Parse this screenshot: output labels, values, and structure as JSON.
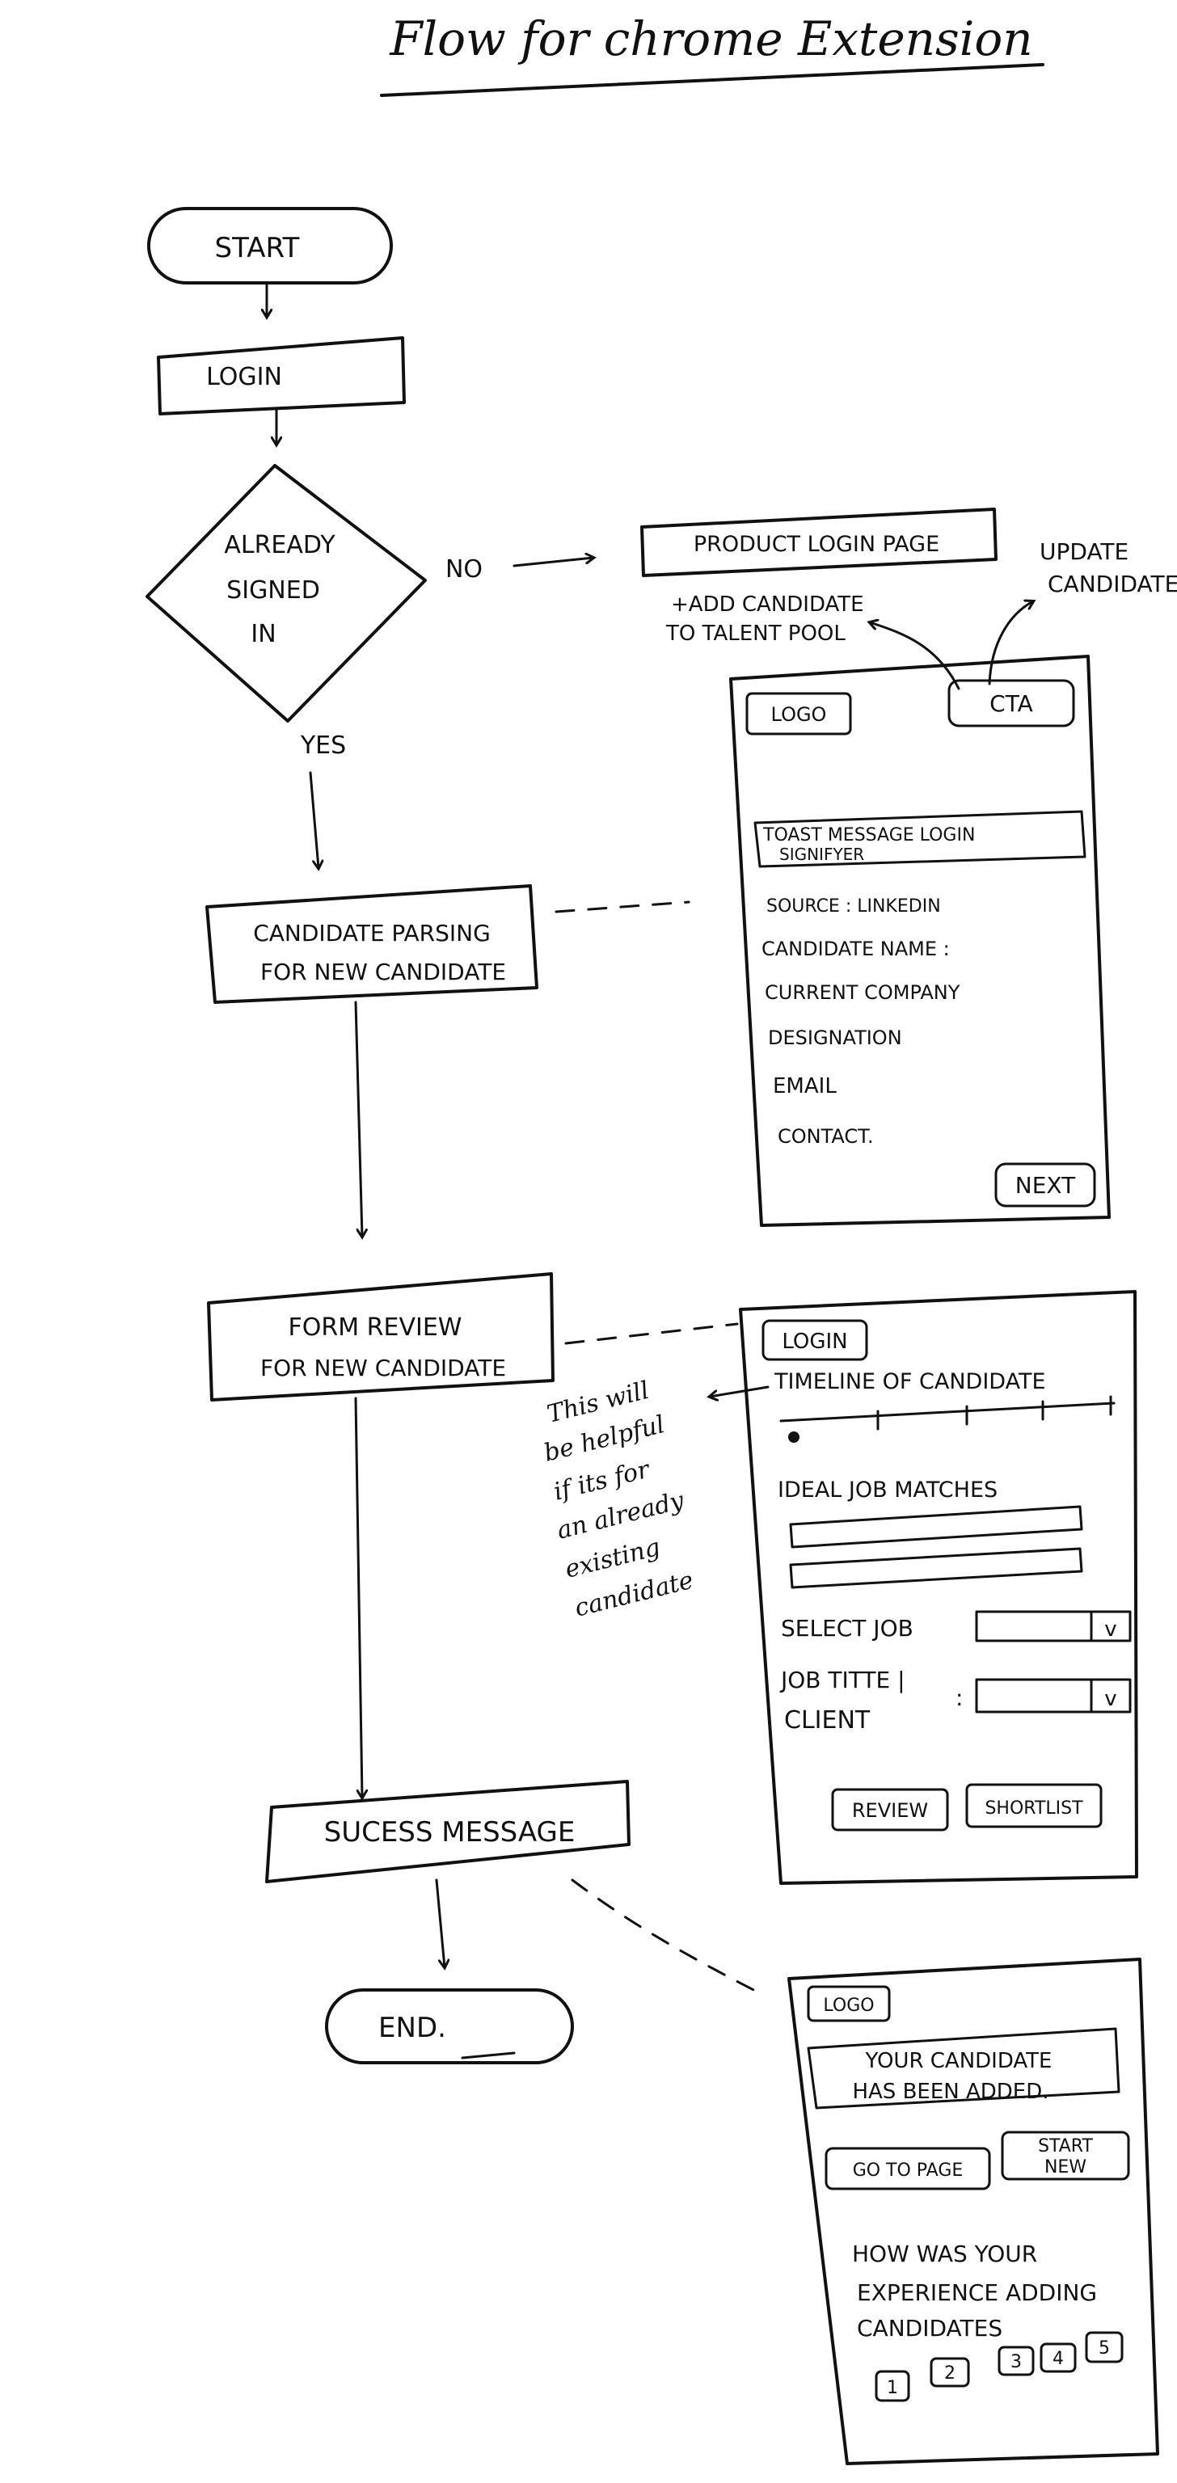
{
  "title": "Flow for chrome Extension",
  "flow": {
    "start": "START",
    "login": "LOGIN",
    "decision": [
      "ALREADY",
      "SIGNED",
      "IN"
    ],
    "no_label": "NO",
    "yes_label": "YES",
    "product_login_page": "PRODUCT LOGIN PAGE",
    "candidate_parsing": [
      "CANDIDATE PARSING",
      "FOR NEW CANDIDATE"
    ],
    "form_review": [
      "FORM REVIEW",
      "FOR NEW CANDIDATE"
    ],
    "success_message": "SUCESS MESSAGE",
    "end": "END."
  },
  "annotations": {
    "add_candidate": [
      "+ADD CANDIDATE",
      "TO TALENT POOL"
    ],
    "update_candidate": [
      "UPDATE",
      "CANDIDATE"
    ],
    "timeline_note": [
      "This will",
      "be helpful",
      "if its for",
      "an already",
      "existing",
      "candidate"
    ]
  },
  "screen1": {
    "logo": "LOGO",
    "cta": "CTA",
    "toast": [
      "TOAST MESSAGE LOGIN",
      "SIGNIFYER"
    ],
    "fields": [
      "SOURCE : LINKEDIN",
      "CANDIDATE NAME :",
      "CURRENT COMPANY",
      "DESIGNATION",
      "EMAIL",
      "CONTACT."
    ],
    "next": "NEXT"
  },
  "screen2": {
    "login": "LOGIN",
    "timeline": "TIMELINE OF CANDIDATE",
    "ideal_job": "IDEAL JOB MATCHES",
    "select_job": "SELECT JOB",
    "job_title": [
      "JOB TITTE |",
      "CLIENT"
    ],
    "select_arrow": "v",
    "review": "REVIEW",
    "shortlist": "SHORTLIST"
  },
  "screen3": {
    "logo": "LOGO",
    "message": [
      "YOUR CANDIDATE",
      "HAS BEEN ADDED."
    ],
    "go_to_page": "GO TO PAGE",
    "start_new": [
      "START",
      "NEW"
    ],
    "question": [
      "HOW WAS YOUR",
      "EXPERIENCE ADDING",
      "CANDIDATES"
    ],
    "ratings": [
      "1",
      "2",
      "3",
      "4",
      "5"
    ]
  }
}
